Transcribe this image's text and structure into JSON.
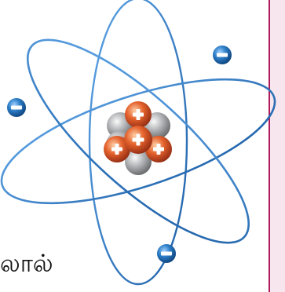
{
  "caption": {
    "text": "லால்"
  },
  "colors": {
    "orbit": "#2e78bf",
    "electron": "#1f6fb2",
    "proton": "#d84a22",
    "neutron": "#9fa1a4",
    "card_background": "#f8e6ef",
    "card_border": "#b01a5c"
  },
  "particles": {
    "electron_sign": "minus",
    "proton_sign": "plus"
  }
}
